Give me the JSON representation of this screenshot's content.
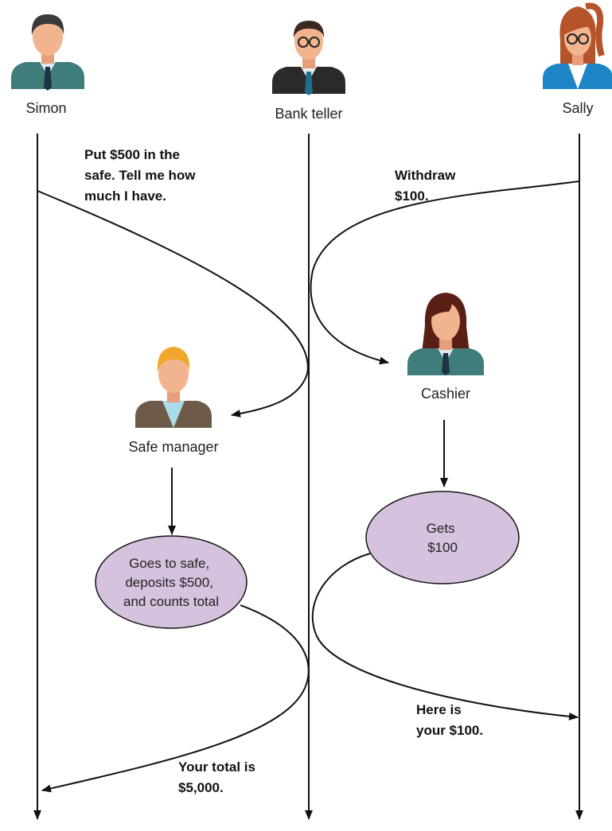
{
  "actors": {
    "simon": "Simon",
    "teller": "Bank teller",
    "sally": "Sally",
    "safe_manager": "Safe manager",
    "cashier": "Cashier"
  },
  "notes": {
    "simon_request": [
      "Put $500 in the",
      "safe. Tell me how",
      "much I have."
    ],
    "sally_request": [
      "Withdraw",
      "$100."
    ],
    "sally_response": [
      "Here is",
      "your $100."
    ],
    "simon_response": [
      "Your total is",
      "$5,000."
    ]
  },
  "processes": {
    "safe_action": [
      "Goes to safe,",
      "deposits $500,",
      "and counts total"
    ],
    "cashier_action": [
      "Gets",
      "$100"
    ]
  },
  "colors": {
    "process_fill": "#d6c2de",
    "suit_teal": "#3f7d7a",
    "suit_dark": "#2a2a2a",
    "suit_blue": "#1e86c6",
    "suit_brown": "#6e5a48",
    "skin": "#f2b48f",
    "hair_dark": "#3a3a3a",
    "hair_red": "#b5532a",
    "hair_blond": "#f0a72b",
    "hair_brown": "#5a1f14"
  }
}
